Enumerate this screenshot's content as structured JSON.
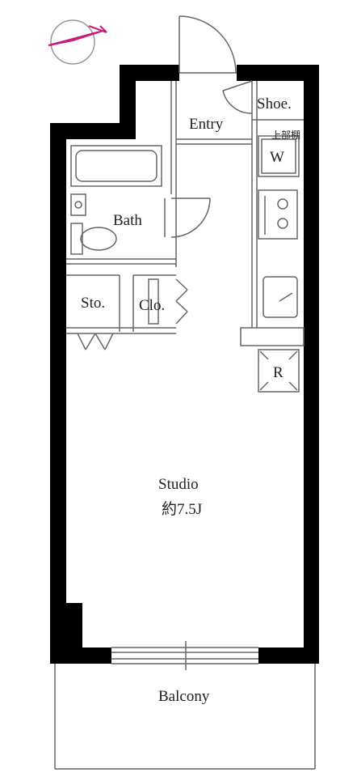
{
  "rooms": {
    "shoe": "Shoe.",
    "entry": "Entry",
    "washer": "W",
    "washer_note": "上部棚",
    "bath": "Bath",
    "storage": "Sto.",
    "closet": "Clo.",
    "fridge": "R",
    "studio": "Studio",
    "studio_size": "約7.5J",
    "balcony": "Balcony"
  },
  "colors": {
    "wall": "#000000",
    "line": "#555555",
    "compass": "#c8197e"
  },
  "icons": [
    "compass-icon",
    "bathtub-icon",
    "sink-icon",
    "toilet-icon",
    "stove-icon",
    "kitchen-sink-icon",
    "door-icon"
  ]
}
